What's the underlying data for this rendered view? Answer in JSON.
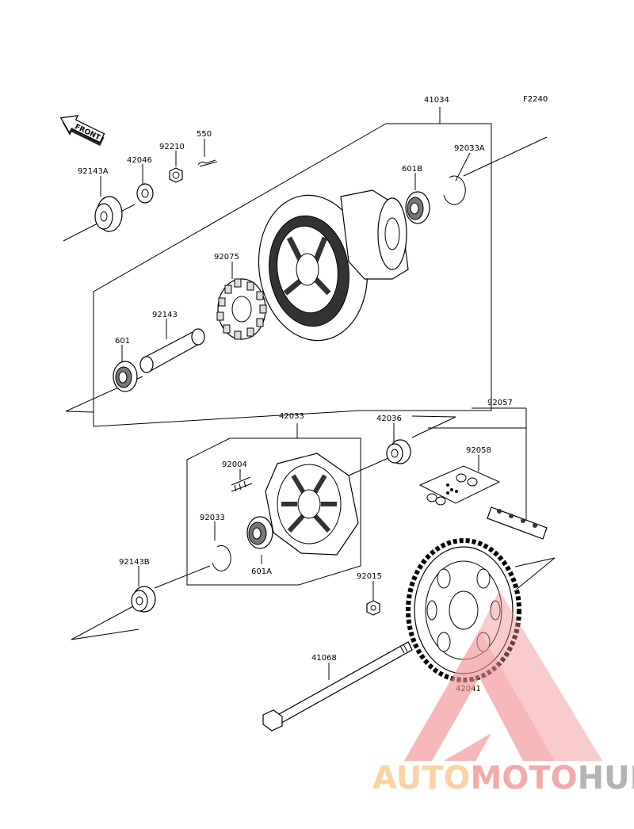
{
  "figure_code": "F2240",
  "front_marker": "FRONT",
  "parts": {
    "p41034": "41034",
    "p92143A": "92143A",
    "p42046": "42046",
    "p92210": "92210",
    "p550": "550",
    "p92033A": "92033A",
    "p601B": "601B",
    "p92075": "92075",
    "p92143": "92143",
    "p601": "601",
    "p42033": "42033",
    "p42036": "42036",
    "p92057": "92057",
    "p92058": "92058",
    "p92004": "92004",
    "p92033": "92033",
    "p92143B": "92143B",
    "p601A": "601A",
    "p92015": "92015",
    "p41068": "41068",
    "p42041": "42041"
  },
  "watermark": {
    "part1": "AUTO",
    "part2": "MOTO",
    "part3": "HUB",
    "color1": "#f7c585",
    "color2": "#f08e8e",
    "color3": "#9a9a9a"
  }
}
